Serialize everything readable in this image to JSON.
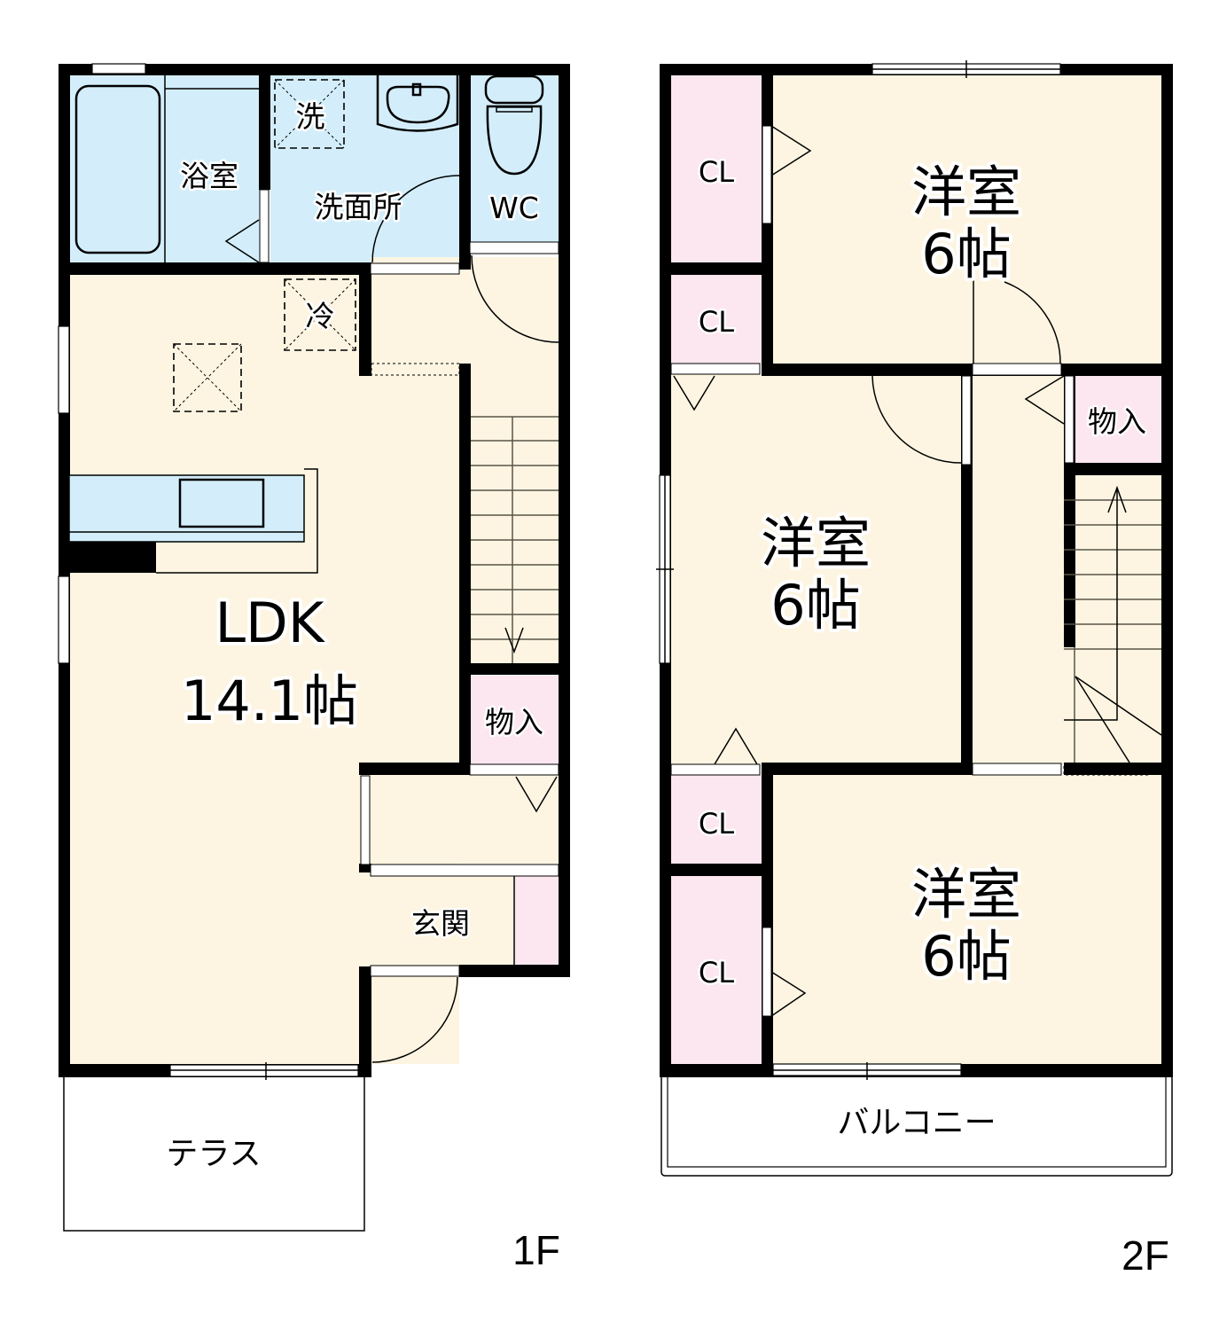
{
  "colors": {
    "floor": "#fdf5e2",
    "wet_area": "#d3eefa",
    "storage": "#fce6ef",
    "wall": "#000000",
    "background": "#ffffff"
  },
  "floor1": {
    "label": "1F",
    "rooms": {
      "bath": "浴室",
      "washroom": "洗面所",
      "washer_mark": "洗",
      "wc": "WC",
      "fridge_mark": "冷",
      "ldk_name": "LDK",
      "ldk_size": "14.1帖",
      "storage": "物入",
      "entrance": "玄関",
      "terrace": "テラス"
    }
  },
  "floor2": {
    "label": "2F",
    "rooms": {
      "west_room_top": {
        "name": "洋室",
        "size": "6帖"
      },
      "west_room_middle": {
        "name": "洋室",
        "size": "6帖"
      },
      "west_room_bottom": {
        "name": "洋室",
        "size": "6帖"
      },
      "closets": [
        "CL",
        "CL",
        "CL",
        "CL"
      ],
      "storage": "物入",
      "balcony": "バルコニー"
    }
  }
}
